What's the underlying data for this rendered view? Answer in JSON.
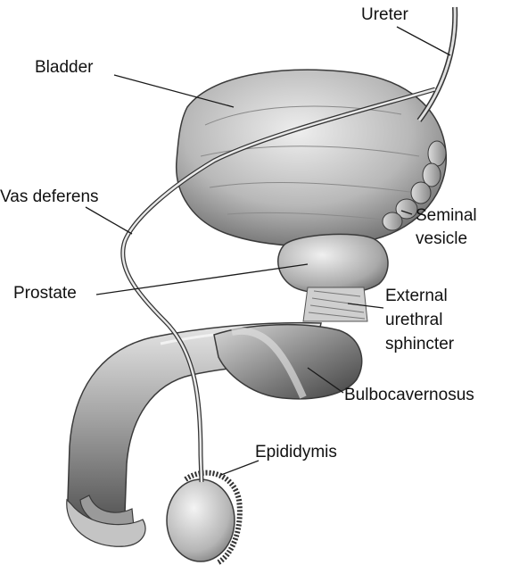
{
  "diagram": {
    "labels": {
      "ureter": "Ureter",
      "bladder": "Bladder",
      "vas_deferens": "Vas deferens",
      "seminal_vesicle": [
        "Seminal",
        "vesicle"
      ],
      "prostate": "Prostate",
      "external_urethral_sphincter": [
        "External",
        "urethral",
        "sphincter"
      ],
      "bulbocavernosus": "Bulbocavernosus",
      "epididymis": "Epididymis"
    },
    "colors": {
      "label_text": "#111111",
      "leader_line": "#1a1a1a",
      "background": "#ffffff"
    }
  }
}
